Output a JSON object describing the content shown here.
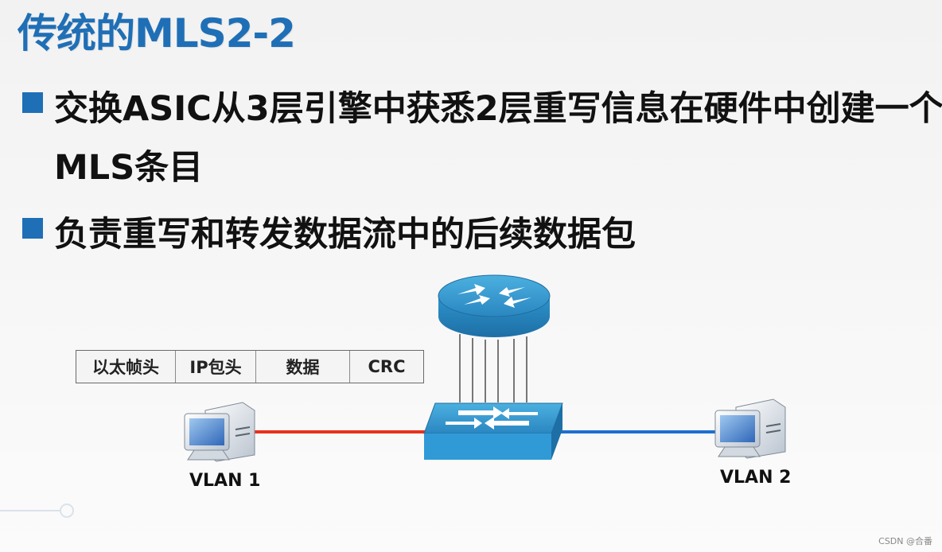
{
  "title": "传统的MLS2-2",
  "bullets": [
    "交换ASIC从3层引擎中获悉2层重写信息在硬件中创建一个MLS条目",
    "负责重写和转发数据流中的后续数据包"
  ],
  "frame_cells": [
    "以太帧头",
    "IP包头",
    "数据",
    "CRC"
  ],
  "hosts": {
    "left_label": "VLAN 1",
    "right_label": "VLAN 2"
  },
  "links": {
    "left_color": "#e8321c",
    "right_color": "#1f6fd0"
  },
  "watermark": "CSDN @合番"
}
